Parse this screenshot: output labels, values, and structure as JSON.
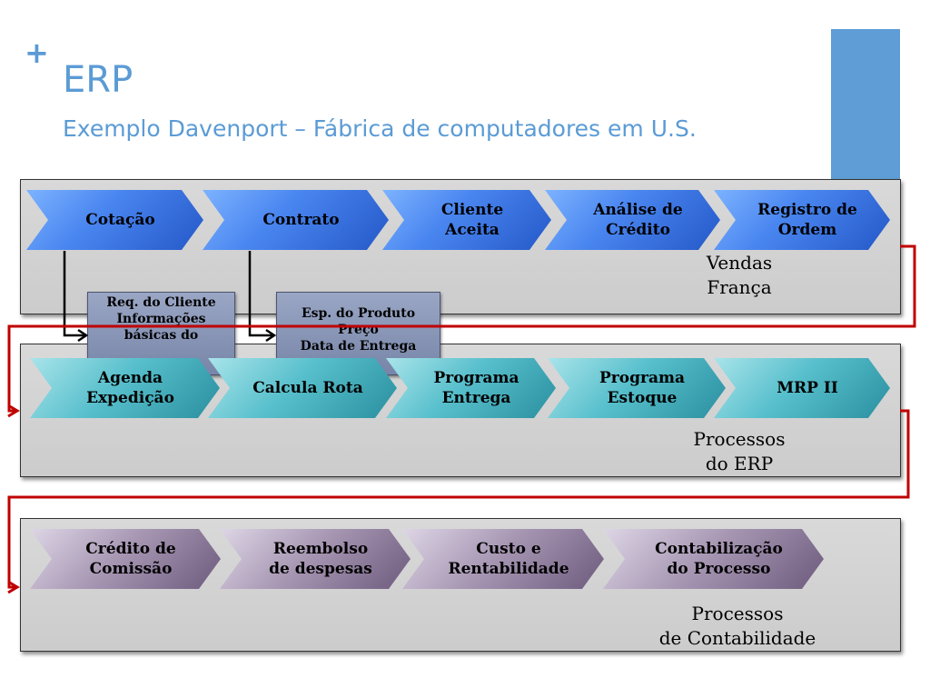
{
  "header": {
    "plus": "+",
    "title": "ERP",
    "subtitle": "Exemplo Davenport – Fábrica de computadores em U.S."
  },
  "sales": {
    "steps": [
      {
        "l1": "Cotação",
        "l2": ""
      },
      {
        "l1": "Contrato",
        "l2": ""
      },
      {
        "l1": "Cliente",
        "l2": "Aceita"
      },
      {
        "l1": "Análise de",
        "l2": "Crédito"
      },
      {
        "l1": "Registro de",
        "l2": "Ordem"
      }
    ],
    "docs": [
      {
        "l1": "Req. do Cliente",
        "l2": "Informações",
        "l3": "básicas do"
      },
      {
        "l1": "Esp. do Produto",
        "l2": "Preço",
        "l3": "Data de Entrega"
      }
    ],
    "caption": {
      "l1": "Vendas",
      "l2": "França"
    }
  },
  "erp": {
    "steps": [
      {
        "l1": "Agenda",
        "l2": "Expedição"
      },
      {
        "l1": "Calcula Rota",
        "l2": ""
      },
      {
        "l1": "Programa",
        "l2": "Entrega"
      },
      {
        "l1": "Programa",
        "l2": "Estoque"
      },
      {
        "l1": "MRP II",
        "l2": ""
      }
    ],
    "caption": {
      "l1": "Processos",
      "l2": "do ERP"
    }
  },
  "accounting": {
    "steps": [
      {
        "l1": "Crédito de",
        "l2": "Comissão"
      },
      {
        "l1": "Reembolso",
        "l2": "de despesas"
      },
      {
        "l1": "Custo e",
        "l2": "Rentabilidade"
      },
      {
        "l1": "Contabilização",
        "l2": "do Processo"
      }
    ],
    "caption": {
      "l1": "Processos",
      "l2": "de Contabilidade"
    }
  },
  "colors": {
    "accent": "#5b9bd5",
    "sales_chevron": "#4a86f0",
    "erp_chevron": "#57bfcc",
    "accounting_chevron": "#a898b4",
    "connector": "#c00000"
  }
}
